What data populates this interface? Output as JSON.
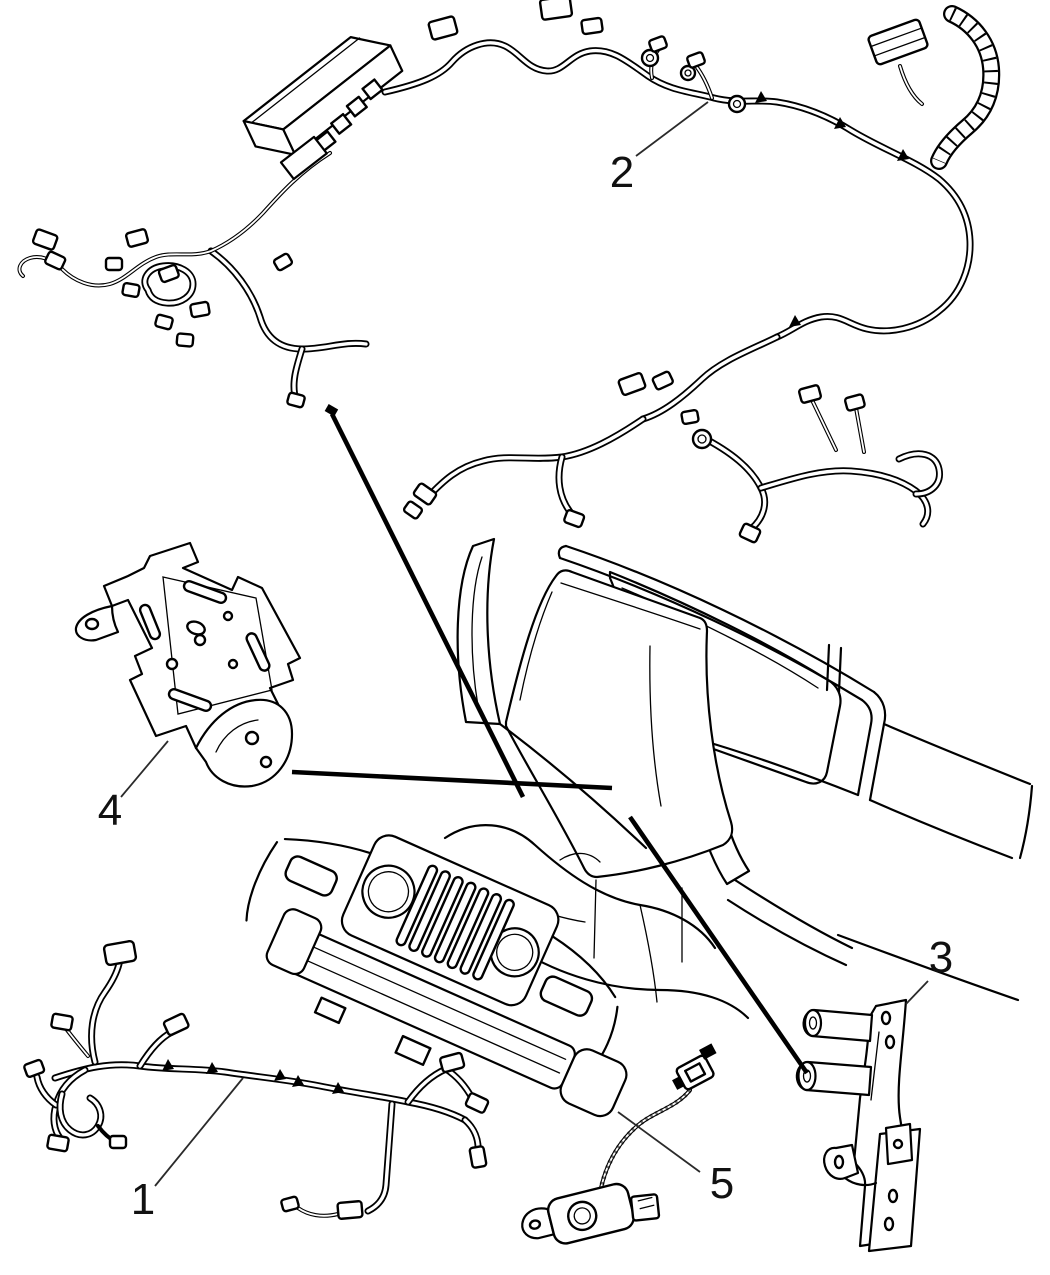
{
  "diagram": {
    "background": "#ffffff",
    "line_color": "#000000",
    "callouts": {
      "c1": {
        "label": "1"
      },
      "c2": {
        "label": "2"
      },
      "c3": {
        "label": "3"
      },
      "c4": {
        "label": "4"
      },
      "c5": {
        "label": "5"
      }
    }
  }
}
